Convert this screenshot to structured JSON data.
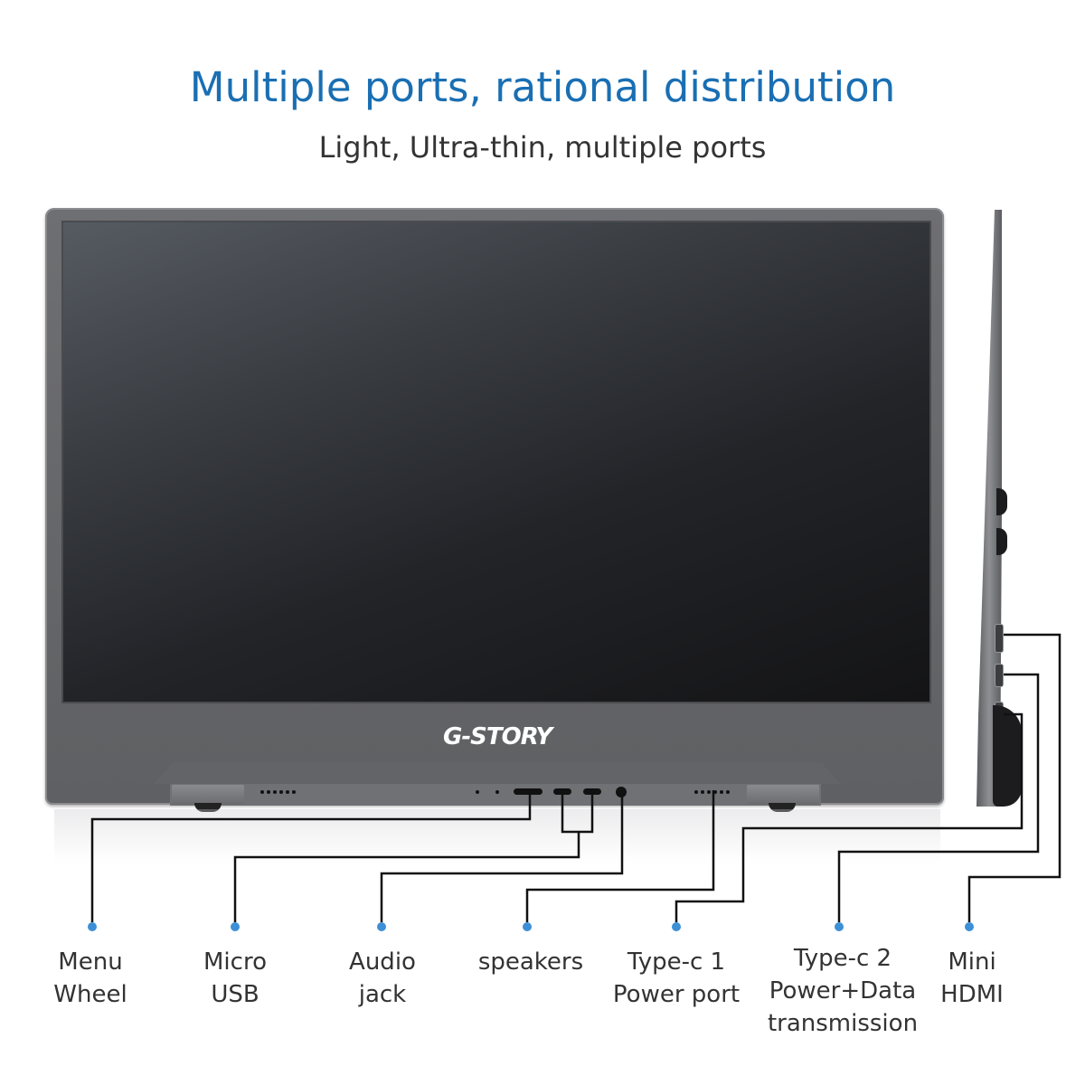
{
  "header": {
    "title": "Multiple ports, rational distribution",
    "subtitle": "Light, Ultra-thin, multiple ports"
  },
  "product": {
    "brand_logo": "G-STORY",
    "device": "portable-monitor"
  },
  "colors": {
    "title": "#1a6fb3",
    "subtitle": "#333333",
    "callout_dot": "#3d8fd6",
    "callout_line": "#111111",
    "monitor_body": "#6a6b6e",
    "screen": "#1c1d20"
  },
  "callouts": [
    {
      "id": "menu-wheel",
      "line1": "Menu",
      "line2": "Wheel",
      "line3": ""
    },
    {
      "id": "micro-usb",
      "line1": "Micro",
      "line2": "USB",
      "line3": ""
    },
    {
      "id": "audio-jack",
      "line1": "Audio",
      "line2": "jack",
      "line3": ""
    },
    {
      "id": "speakers",
      "line1": "speakers",
      "line2": "",
      "line3": ""
    },
    {
      "id": "type-c-1",
      "line1": "Type-c 1",
      "line2": "Power port",
      "line3": ""
    },
    {
      "id": "type-c-2",
      "line1": "Type-c 2",
      "line2": "Power+Data",
      "line3": "transmission"
    },
    {
      "id": "mini-hdmi",
      "line1": "Mini",
      "line2": "HDMI",
      "line3": ""
    }
  ]
}
